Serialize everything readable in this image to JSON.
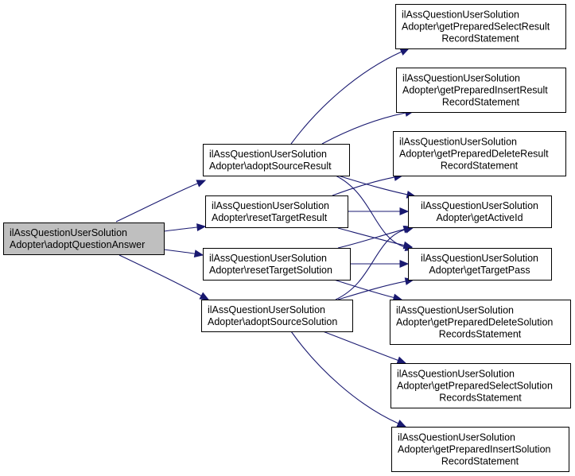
{
  "diagram": {
    "type": "call-graph",
    "colors": {
      "edge": "#191970",
      "root_fill": "#bfbfbf",
      "node_fill": "#ffffff",
      "border": "#000000"
    },
    "nodes": [
      {
        "id": "adoptQuestionAnswer",
        "lines": [
          "ilAssQuestionUserSolution",
          "Adopter\\adoptQuestionAnswer"
        ],
        "root": true,
        "align": "left"
      },
      {
        "id": "adoptSourceResult",
        "lines": [
          "ilAssQuestionUserSolution",
          "Adopter\\adoptSourceResult"
        ],
        "align": "left"
      },
      {
        "id": "resetTargetResult",
        "lines": [
          "ilAssQuestionUserSolution",
          "Adopter\\resetTargetResult"
        ],
        "align": "left"
      },
      {
        "id": "resetTargetSolution",
        "lines": [
          "ilAssQuestionUserSolution",
          "Adopter\\resetTargetSolution"
        ],
        "align": "left"
      },
      {
        "id": "adoptSourceSolution",
        "lines": [
          "ilAssQuestionUserSolution",
          "Adopter\\adoptSourceSolution"
        ],
        "align": "left"
      },
      {
        "id": "getPreparedSelectResultRecordStatement",
        "lines": [
          "ilAssQuestionUserSolution",
          "Adopter\\getPreparedSelectResult",
          "RecordStatement"
        ],
        "align": "left"
      },
      {
        "id": "getPreparedInsertResultRecordStatement",
        "lines": [
          "ilAssQuestionUserSolution",
          "Adopter\\getPreparedInsertResult",
          "RecordStatement"
        ],
        "align": "left"
      },
      {
        "id": "getPreparedDeleteResultRecordStatement",
        "lines": [
          "ilAssQuestionUserSolution",
          "Adopter\\getPreparedDeleteResult",
          "RecordStatement"
        ],
        "align": "left"
      },
      {
        "id": "getActiveId",
        "lines": [
          "ilAssQuestionUserSolution",
          "Adopter\\getActiveId"
        ],
        "align": "center"
      },
      {
        "id": "getTargetPass",
        "lines": [
          "ilAssQuestionUserSolution",
          "Adopter\\getTargetPass"
        ],
        "align": "center"
      },
      {
        "id": "getPreparedDeleteSolutionRecordsStatement",
        "lines": [
          "ilAssQuestionUserSolution",
          "Adopter\\getPreparedDeleteSolution",
          "RecordsStatement"
        ],
        "align": "left"
      },
      {
        "id": "getPreparedSelectSolutionRecordsStatement",
        "lines": [
          "ilAssQuestionUserSolution",
          "Adopter\\getPreparedSelectSolution",
          "RecordsStatement"
        ],
        "align": "left"
      },
      {
        "id": "getPreparedInsertSolutionRecordStatement",
        "lines": [
          "ilAssQuestionUserSolution",
          "Adopter\\getPreparedInsertSolution",
          "RecordStatement"
        ],
        "align": "left"
      }
    ],
    "edges": [
      {
        "from": "adoptQuestionAnswer",
        "to": "adoptSourceResult"
      },
      {
        "from": "adoptQuestionAnswer",
        "to": "resetTargetResult"
      },
      {
        "from": "adoptQuestionAnswer",
        "to": "resetTargetSolution"
      },
      {
        "from": "adoptQuestionAnswer",
        "to": "adoptSourceSolution"
      },
      {
        "from": "adoptSourceResult",
        "to": "getPreparedSelectResultRecordStatement"
      },
      {
        "from": "adoptSourceResult",
        "to": "getPreparedInsertResultRecordStatement"
      },
      {
        "from": "adoptSourceResult",
        "to": "getActiveId"
      },
      {
        "from": "adoptSourceResult",
        "to": "getTargetPass"
      },
      {
        "from": "resetTargetResult",
        "to": "getPreparedDeleteResultRecordStatement"
      },
      {
        "from": "resetTargetResult",
        "to": "getActiveId"
      },
      {
        "from": "resetTargetResult",
        "to": "getTargetPass"
      },
      {
        "from": "resetTargetSolution",
        "to": "getActiveId"
      },
      {
        "from": "resetTargetSolution",
        "to": "getTargetPass"
      },
      {
        "from": "resetTargetSolution",
        "to": "getPreparedDeleteSolutionRecordsStatement"
      },
      {
        "from": "adoptSourceSolution",
        "to": "getActiveId"
      },
      {
        "from": "adoptSourceSolution",
        "to": "getTargetPass"
      },
      {
        "from": "adoptSourceSolution",
        "to": "getPreparedSelectSolutionRecordsStatement"
      },
      {
        "from": "adoptSourceSolution",
        "to": "getPreparedInsertSolutionRecordStatement"
      }
    ]
  }
}
